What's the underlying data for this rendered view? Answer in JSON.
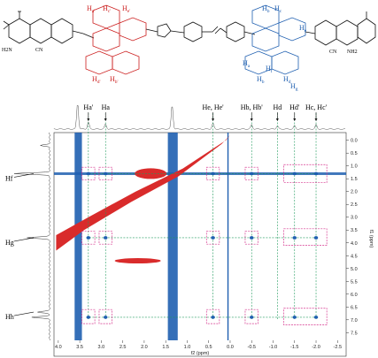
{
  "structure": {
    "left_labels": [
      "H2N",
      "CN"
    ],
    "right_labels": [
      "CN",
      "NH2"
    ],
    "left_assignments": [
      {
        "main": "H",
        "sub": "a",
        "prime": "'"
      },
      {
        "main": "H",
        "sub": "c",
        "prime": "'"
      },
      {
        "main": "H",
        "sub": "e",
        "prime": "'"
      },
      {
        "main": "H",
        "sub": "d",
        "prime": "'"
      },
      {
        "main": "H",
        "sub": "b",
        "prime": "'"
      }
    ],
    "right_assignments": [
      {
        "main": "H",
        "sub": "b",
        "prime": ""
      },
      {
        "main": "H",
        "sub": "c",
        "prime": ""
      },
      {
        "main": "H",
        "sub": "e",
        "prime": ""
      },
      {
        "main": "H",
        "sub": "a",
        "prime": ""
      },
      {
        "main": "H",
        "sub": "f",
        "prime": ""
      },
      {
        "main": "H",
        "sub": "b",
        "prime": ""
      },
      {
        "main": "H",
        "sub": "d",
        "prime": ""
      },
      {
        "main": "H",
        "sub": "g",
        "prime": ""
      }
    ]
  },
  "top_labels": [
    {
      "text": "Ha'",
      "ppm": 3.3
    },
    {
      "text": "Ha",
      "ppm": 2.9
    },
    {
      "text": "He, He'",
      "ppm": 0.4
    },
    {
      "text": "Hb, Hb'",
      "ppm": -0.5
    },
    {
      "text": "Hd",
      "ppm": -1.1
    },
    {
      "text": "Hd'",
      "ppm": -1.5
    },
    {
      "text": "Hc, Hc'",
      "ppm": -2.0
    }
  ],
  "side_labels": [
    {
      "text": "Hf",
      "ppm": 1.3
    },
    {
      "text": "Hg",
      "ppm": 3.8
    },
    {
      "text": "Hh",
      "ppm": 6.7
    }
  ],
  "chart_data": {
    "type": "heatmap",
    "title": "",
    "xlabel": "f2 (ppm)",
    "ylabel": "f1 (ppm)",
    "xlim": [
      4.1,
      -2.7
    ],
    "ylim": [
      -0.3,
      7.8
    ],
    "x_ticks": [
      4.0,
      3.5,
      3.0,
      2.5,
      2.0,
      1.5,
      1.0,
      0.5,
      0.0,
      -0.5,
      -1.0,
      -1.5,
      -2.0,
      -2.5
    ],
    "y_ticks": [
      0.0,
      0.5,
      1.0,
      1.5,
      2.0,
      2.5,
      3.0,
      3.5,
      4.0,
      4.5,
      5.0,
      5.5,
      6.0,
      6.5,
      7.0,
      7.5
    ],
    "cross_peaks": [
      {
        "f2": 3.3,
        "f1": 1.3
      },
      {
        "f2": 2.9,
        "f1": 1.3
      },
      {
        "f2": 3.3,
        "f1": 3.8
      },
      {
        "f2": 2.9,
        "f1": 3.8
      },
      {
        "f2": 3.3,
        "f1": 6.9
      },
      {
        "f2": 2.9,
        "f1": 6.9
      },
      {
        "f2": 0.4,
        "f1": 1.3
      },
      {
        "f2": 0.4,
        "f1": 3.8
      },
      {
        "f2": 0.4,
        "f1": 6.9
      },
      {
        "f2": -0.5,
        "f1": 1.3
      },
      {
        "f2": -0.5,
        "f1": 3.8
      },
      {
        "f2": -0.5,
        "f1": 6.9
      },
      {
        "f2": -1.5,
        "f1": 1.3
      },
      {
        "f2": -2.0,
        "f1": 1.3
      },
      {
        "f2": -1.5,
        "f1": 3.8
      },
      {
        "f2": -2.0,
        "f1": 3.8
      },
      {
        "f2": -1.5,
        "f1": 6.9
      },
      {
        "f2": -2.0,
        "f1": 6.9
      }
    ],
    "boxes": [
      {
        "f2": [
          3.15,
          3.45
        ],
        "f1": [
          1.05,
          1.55
        ]
      },
      {
        "f2": [
          2.75,
          3.05
        ],
        "f1": [
          1.05,
          1.55
        ]
      },
      {
        "f2": [
          3.15,
          3.45
        ],
        "f1": [
          3.55,
          4.05
        ]
      },
      {
        "f2": [
          2.75,
          3.05
        ],
        "f1": [
          3.55,
          4.05
        ]
      },
      {
        "f2": [
          3.15,
          3.45
        ],
        "f1": [
          6.6,
          7.15
        ]
      },
      {
        "f2": [
          2.75,
          3.05
        ],
        "f1": [
          6.6,
          7.15
        ]
      },
      {
        "f2": [
          0.25,
          0.55
        ],
        "f1": [
          1.05,
          1.55
        ]
      },
      {
        "f2": [
          0.25,
          0.55
        ],
        "f1": [
          3.55,
          4.05
        ]
      },
      {
        "f2": [
          0.25,
          0.55
        ],
        "f1": [
          6.6,
          7.15
        ]
      },
      {
        "f2": [
          -0.35,
          -0.65
        ],
        "f1": [
          1.05,
          1.55
        ]
      },
      {
        "f2": [
          -0.35,
          -0.65
        ],
        "f1": [
          3.55,
          4.05
        ]
      },
      {
        "f2": [
          -0.35,
          -0.65
        ],
        "f1": [
          6.6,
          7.15
        ]
      },
      {
        "f2": [
          -1.25,
          -2.25
        ],
        "f1": [
          0.95,
          1.65
        ]
      },
      {
        "f2": [
          -1.25,
          -2.25
        ],
        "f1": [
          3.45,
          4.1
        ]
      },
      {
        "f2": [
          -1.25,
          -2.25
        ],
        "f1": [
          6.55,
          7.2
        ]
      }
    ],
    "vertical_guides": [
      3.3,
      2.9,
      0.4,
      -0.5,
      -1.1,
      -1.5,
      -2.0
    ],
    "horizontal_guides": [
      1.3,
      3.8,
      6.9
    ],
    "colors": {
      "positive": "#d92b2b",
      "negative": "#1f5fb0",
      "guide": "#1f9a5c",
      "box": "#d6378f"
    }
  }
}
